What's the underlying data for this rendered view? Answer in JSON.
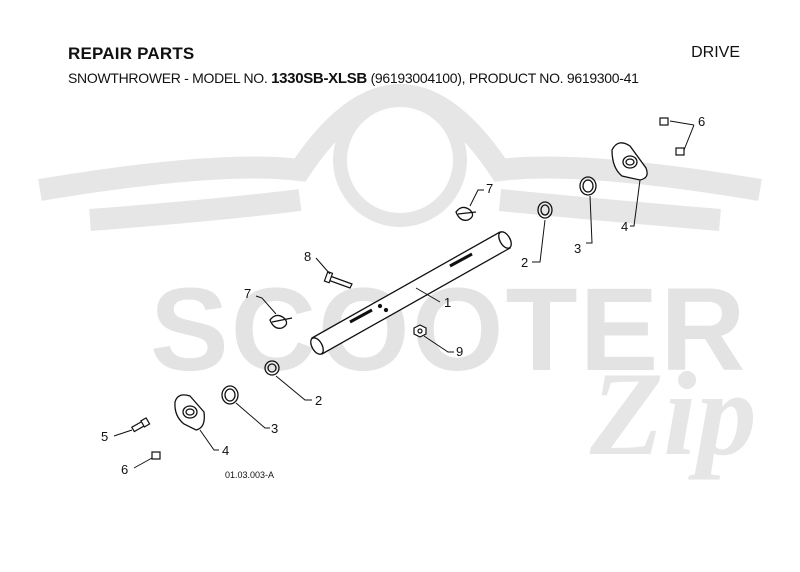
{
  "header": {
    "title": "REPAIR PARTS",
    "section": "DRIVE",
    "subtitle_prefix": "SNOWTHROWER - MODEL NO. ",
    "model": "1330SB-XLSB",
    "subtitle_suffix": " (96193004100), PRODUCT NO. 9619300-41"
  },
  "watermark": {
    "brand": "SCOOTER",
    "script": "Zip"
  },
  "diagram": {
    "figure_ref": "01.03.003-A",
    "callouts": {
      "shaft": "1",
      "ring_top": "2",
      "ring_bottom": "2",
      "washer_top": "3",
      "washer_bottom": "3",
      "bearing_top": "4",
      "bearing_bottom": "4",
      "bolt_left": "5",
      "nut_top": "6",
      "nut_bottom": "6",
      "clip_top": "7",
      "clip_left": "7",
      "pin": "8",
      "hex_nut": "9"
    }
  }
}
